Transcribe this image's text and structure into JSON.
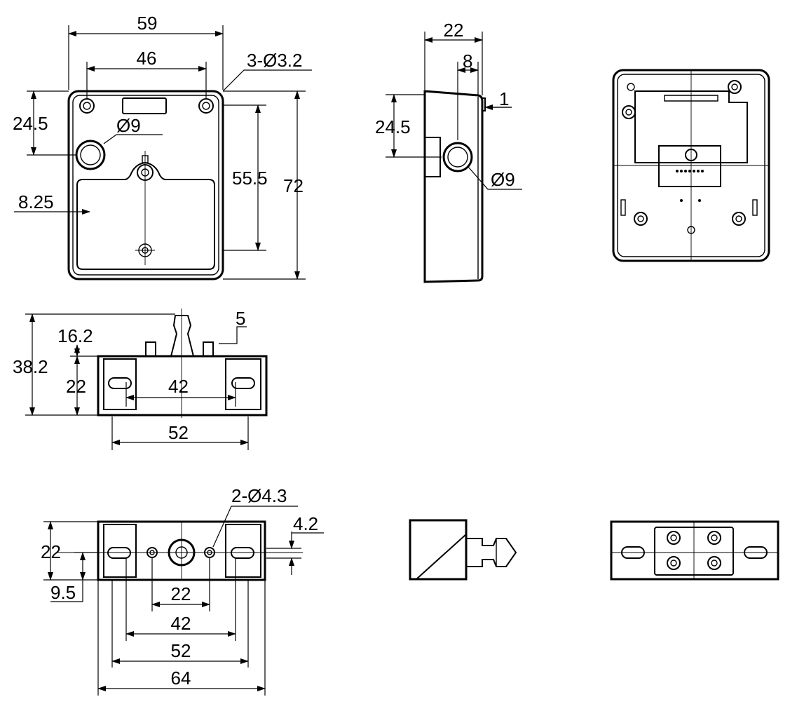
{
  "title": "",
  "colors": {
    "line": "#000000",
    "background": "#ffffff"
  },
  "views": {
    "front": {
      "width": "59",
      "hole_spacing": "46",
      "holes": "3-Ø3.2",
      "hole_offset": "24.5",
      "bore": "Ø9",
      "edge_offset": "8.25",
      "inner_height": "55.5",
      "height": "72"
    },
    "side": {
      "depth": "22",
      "bore_offset": "8",
      "rim": "1",
      "hole_offset": "24.5",
      "bore": "Ø9"
    },
    "bottom_elevation": {
      "total_height": "38.2",
      "pin_height": "16.2",
      "base_height": "22",
      "tab": "5",
      "slot_spacing": "42",
      "width": "52"
    },
    "base_plan": {
      "holes": "2-Ø4.3",
      "offset": "4.2",
      "height": "22",
      "center_height": "9.5",
      "hole_spacing": "22",
      "slot_spacing": "42",
      "mount_width": "52",
      "overall_width": "64"
    }
  }
}
